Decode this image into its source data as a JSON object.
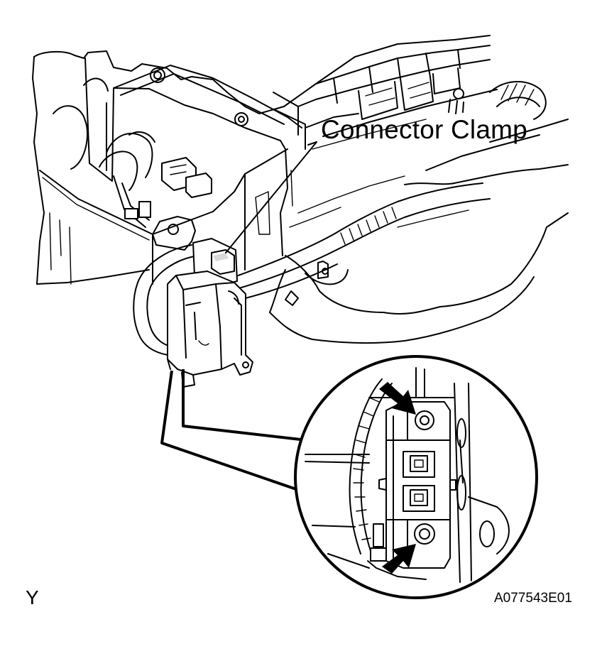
{
  "labels": {
    "callout": "Connector Clamp",
    "view": "Y",
    "figure_id": "A077543E01"
  },
  "components": {
    "engine_assembly": "engine-assembly-drawing",
    "connector_clamp": "connector-clamp",
    "detail_magnifier": "detail-magnifier-circle",
    "arrows": [
      "arrow-upper-bolt",
      "arrow-lower-bolt"
    ]
  },
  "colors": {
    "line": "#000000",
    "background": "#ffffff"
  }
}
